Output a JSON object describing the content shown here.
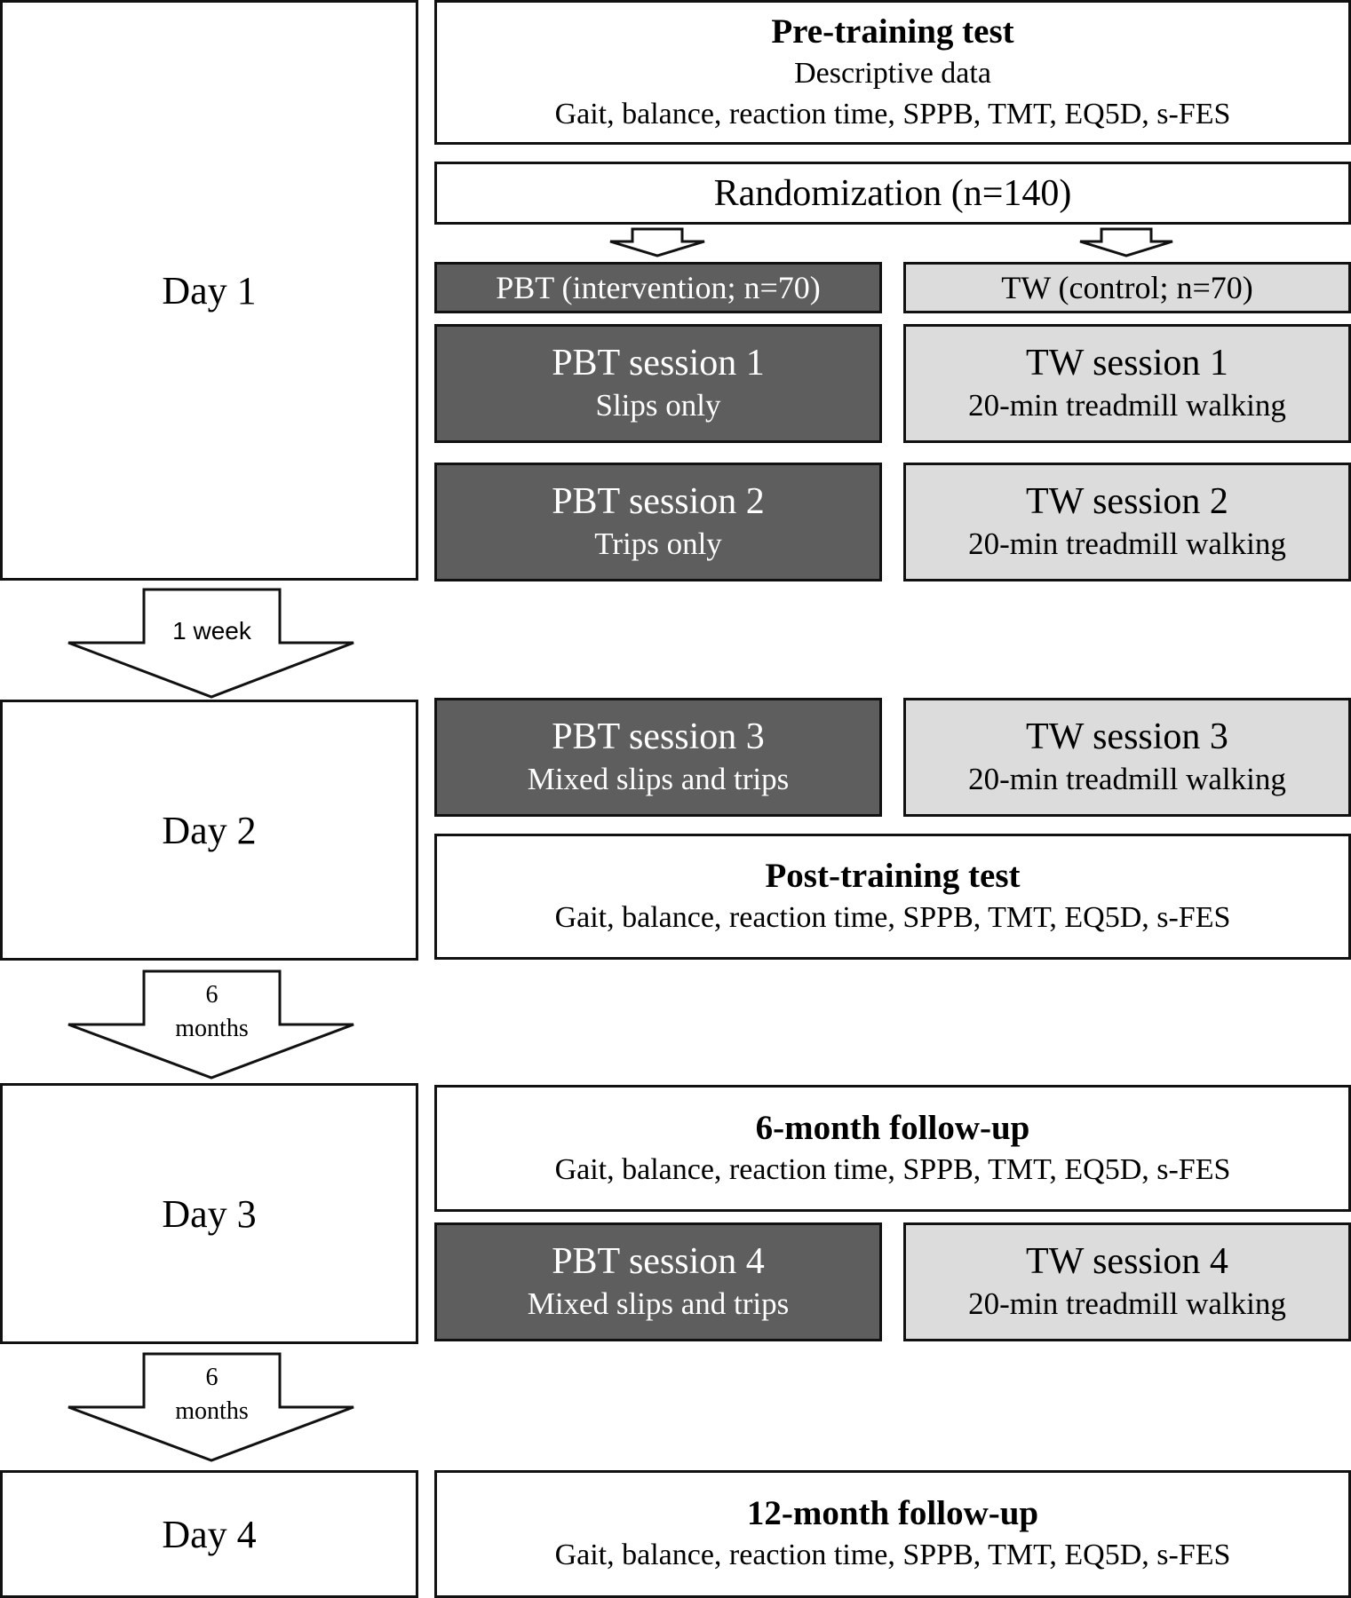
{
  "days": [
    "Day 1",
    "Day 2",
    "Day 3",
    "Day 4"
  ],
  "pretest": {
    "title": "Pre-training test",
    "line1": "Descriptive data",
    "line2": "Gait, balance, reaction time, SPPB, TMT, EQ5D, s-FES"
  },
  "randomization": "Randomization (n=140)",
  "groups": {
    "pbt": "PBT (intervention; n=70)",
    "tw": "TW (control; n=70)"
  },
  "pbt_sessions": [
    {
      "title": "PBT session 1",
      "desc": "Slips only"
    },
    {
      "title": "PBT session 2",
      "desc": "Trips only"
    },
    {
      "title": "PBT session 3",
      "desc": "Mixed slips and trips"
    },
    {
      "title": "PBT session 4",
      "desc": "Mixed slips and trips"
    }
  ],
  "tw_sessions": [
    {
      "title": "TW session 1",
      "desc": "20-min treadmill walking"
    },
    {
      "title": "TW session 2",
      "desc": "20-min treadmill walking"
    },
    {
      "title": "TW session 3",
      "desc": "20-min treadmill walking"
    },
    {
      "title": "TW session 4",
      "desc": "20-min treadmill walking"
    }
  ],
  "posttest": {
    "title": "Post-training test",
    "line": "Gait, balance, reaction time, SPPB, TMT, EQ5D, s-FES"
  },
  "followup6": {
    "title": "6-month follow-up",
    "line": "Gait, balance, reaction time, SPPB, TMT, EQ5D, s-FES"
  },
  "followup12": {
    "title": "12-month follow-up",
    "line": "Gait, balance, reaction time, SPPB, TMT, EQ5D, s-FES"
  },
  "intervals": {
    "first": "1 week",
    "second_num": "6",
    "second_unit": "months",
    "third_num": "6",
    "third_unit": "months"
  },
  "colors": {
    "pbt_fill": "#5e5e5e",
    "tw_fill": "#dcdcdc",
    "border": "#111111"
  }
}
